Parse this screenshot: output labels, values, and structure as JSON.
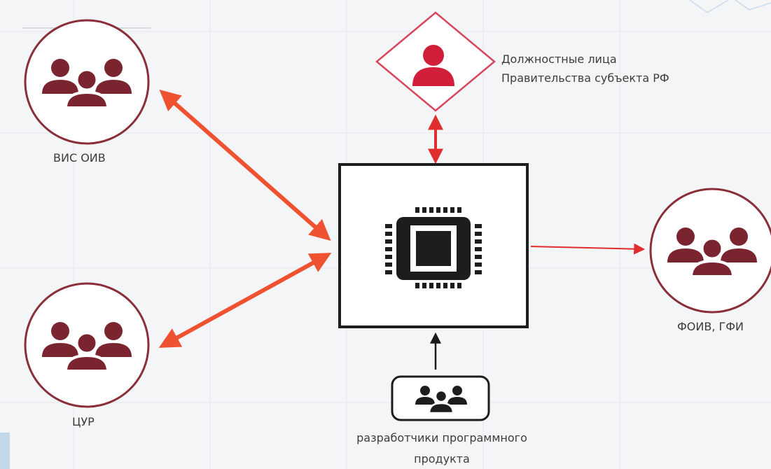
{
  "nodes": {
    "vis_oiv": {
      "label": "ВИС ОИВ",
      "icon": "group-icon"
    },
    "tsur": {
      "label": "ЦУР",
      "icon": "group-icon"
    },
    "foiv_gfi": {
      "label": "ФОИВ, ГФИ",
      "icon": "group-icon"
    },
    "officials": {
      "label_line1": "Должностные лица",
      "label_line2": "Правительства субъекта РФ",
      "icon": "person-icon"
    },
    "developers": {
      "label_line1": "разработчики программного",
      "label_line2": "продукта",
      "icon": "group-icon"
    },
    "core": {
      "icon": "cpu-chip-icon"
    }
  },
  "colors": {
    "circle_stroke": "#8a2f3a",
    "group_fill": "#7a2430",
    "person_fill": "#d11f3a",
    "diamond_stroke": "#d9455a",
    "arrow_orange": "#ef5230",
    "arrow_red": "#e02d2d",
    "arrow_dark": "#1a1a1a"
  }
}
